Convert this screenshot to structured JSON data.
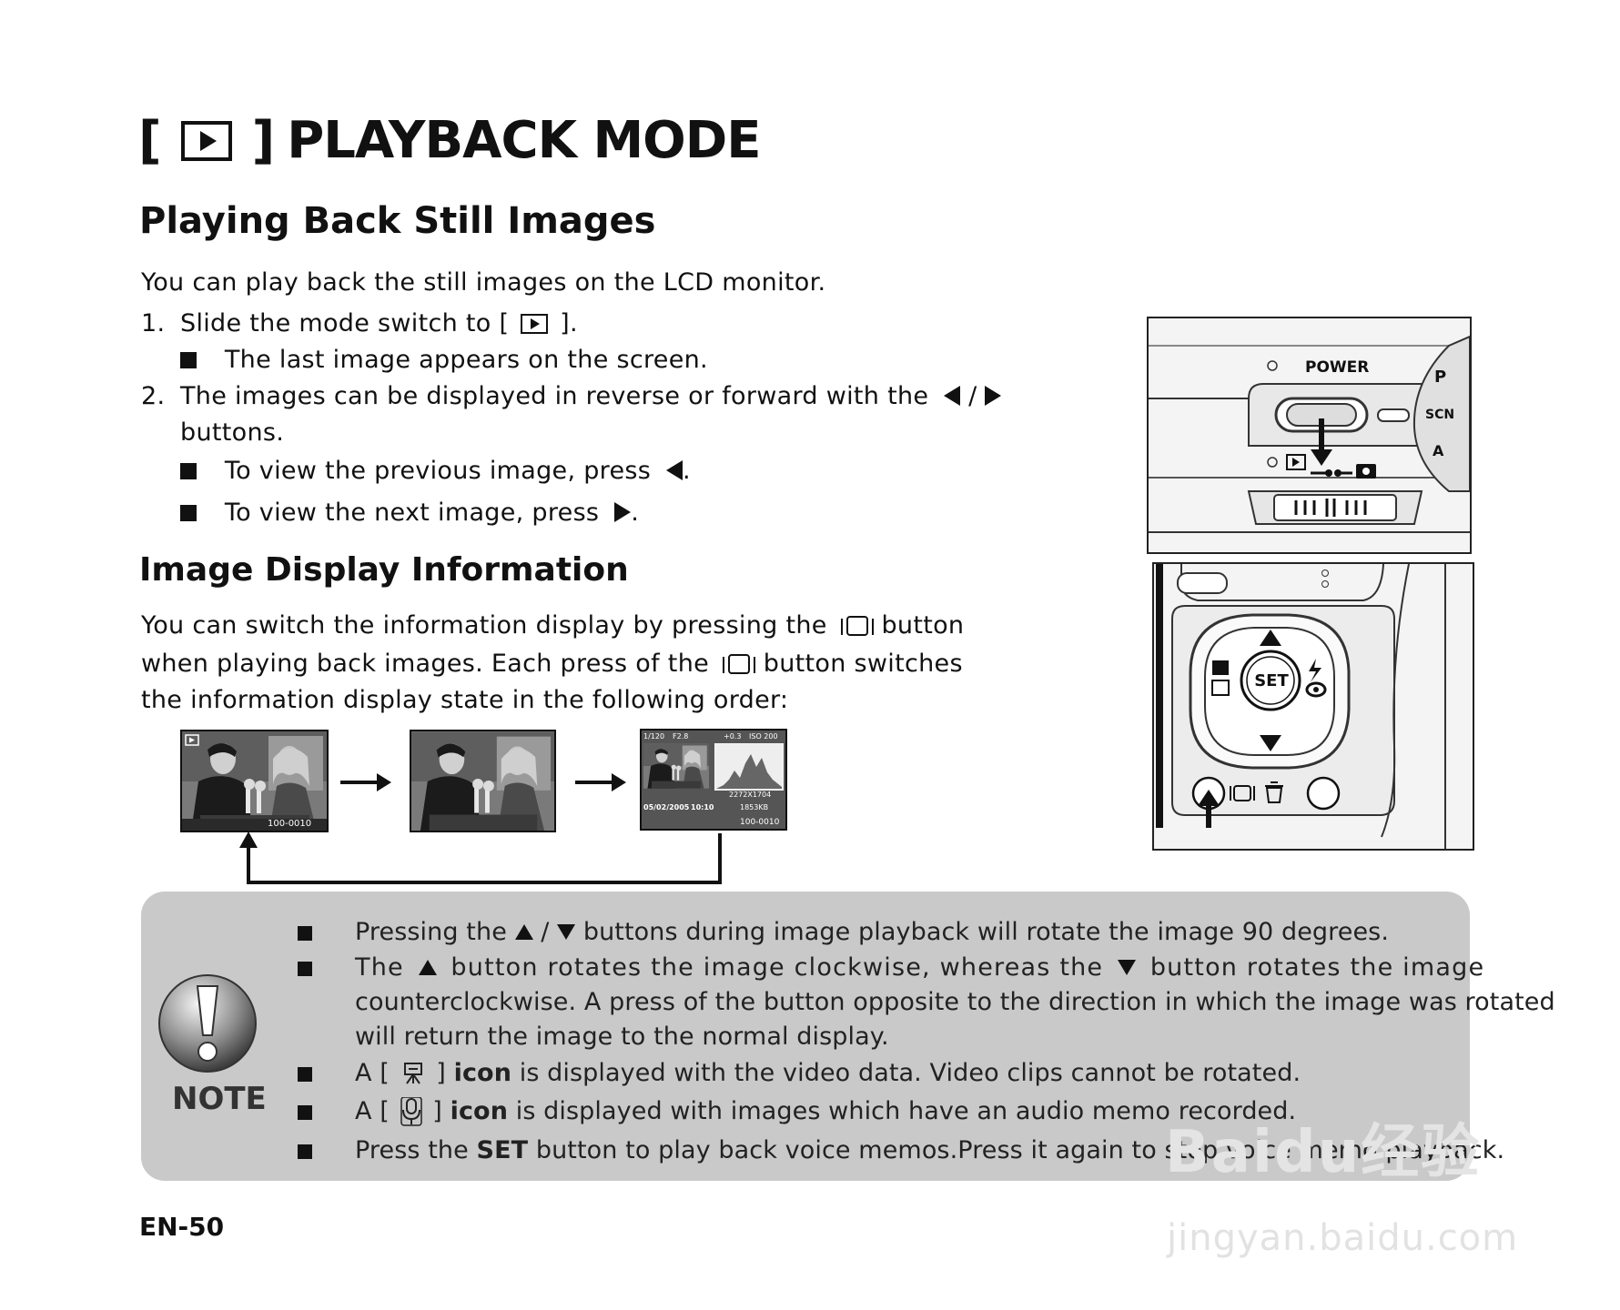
{
  "heading": {
    "bracket_open": "[",
    "bracket_close": "]",
    "title": "PLAYBACK MODE",
    "icon": "play-icon"
  },
  "section1": {
    "title": "Playing Back Still Images",
    "intro": "You can play back the still images on the LCD monitor.",
    "step1_num": "1.",
    "step1_pre": "Slide the mode switch to [",
    "step1_post": "].",
    "step1_bullet": "The last image appears on the screen.",
    "step2_num": "2.",
    "step2_line1": "The images can be displayed in reverse or forward with the",
    "step2_sep": "/",
    "step2_line2": "buttons.",
    "bullet_prev": "To view the previous image, press",
    "bullet_next": "To view the next image, press",
    "period": "."
  },
  "section2": {
    "title": "Image Display Information",
    "line1_a": "You can switch the information display by pressing the",
    "line1_b": "button",
    "line2_a": "when playing back images. Each press of the",
    "line2_b": "button switches",
    "line3": "the information display state in the following order:"
  },
  "thumb_info": {
    "counter1": "100-0010",
    "shutter": "1/120",
    "aperture": "F2.8",
    "ev": "+0.3",
    "iso": "ISO 200",
    "resolution": "2272X1704",
    "date": "05/02/2005",
    "time": "10:10",
    "size": "1853KB",
    "counter3": "100-0010"
  },
  "camera_top": {
    "power_label": "POWER",
    "dial_labels": [
      "P",
      "SCN",
      "A"
    ]
  },
  "camera_back": {
    "set_label": "SET"
  },
  "note": {
    "label": "NOTE",
    "row1_a": "Pressing the",
    "row1_b": "/",
    "row1_c": "buttons during image playback will rotate the image 90 degrees.",
    "row2_a": "The",
    "row2_b": "button rotates the image clockwise, whereas the",
    "row2_c": "button rotates the image",
    "row2_line2": "counterclockwise. A press of the button opposite to the direction in which the image was rotated",
    "row2_line3": "will return the image to the normal display.",
    "row3_a": "A [",
    "row3_b": "]",
    "row3_bold": "icon",
    "row3_c": "is displayed with the video data. Video clips cannot be rotated.",
    "row4_a": "A [",
    "row4_b": "]",
    "row4_bold": "icon",
    "row4_c": "is displayed with images which have an audio memo recorded.",
    "row5_a": "Press the",
    "row5_bold": "SET",
    "row5_c": "button to play back voice memos.Press it again to stop voice memo playback."
  },
  "footer": {
    "page": "EN-50"
  },
  "watermark": {
    "line1": "Baidu经验",
    "line2": "jingyan.baidu.com"
  }
}
